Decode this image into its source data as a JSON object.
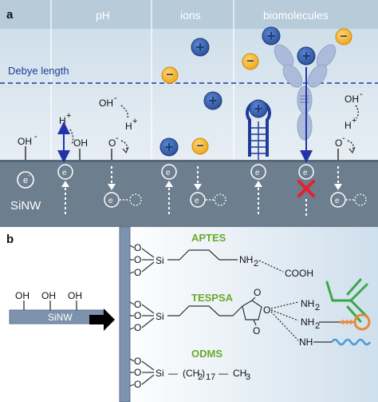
{
  "panel_a": {
    "label": "a",
    "columns": [
      "pH",
      "ions",
      "biomolecules"
    ],
    "debye_label": "Debye length",
    "surface_label": "SiNW",
    "electron": "e",
    "electron_sup": "-",
    "oh": "OH",
    "oh_sup": "-",
    "o": "O",
    "h": "H",
    "h_sup": "+",
    "plus": "+",
    "minus": "–",
    "colors": {
      "bg_top": "#d9e6ef",
      "bg_bottom": "#e9f0f5",
      "surface": "#6d7e8f",
      "debye": "#2233aa",
      "plus_ion": "#2f5ba8",
      "minus_ion": "#f0b324",
      "block": "#e4222a"
    }
  },
  "panel_b": {
    "label": "b",
    "oh": "OH",
    "nanowire": "SiNW",
    "aptes": "APTES",
    "tespsa": "TESPSA",
    "odms": "ODMS",
    "o": "O",
    "si": "Si",
    "nh": "NH",
    "sub2": "2",
    "sub17": "17",
    "cooh": "COOH",
    "ch2_group": "(CH",
    "ch2_close": ")",
    "ch": "CH",
    "sub3": "3",
    "dash": "—",
    "colors": {
      "label_green": "#6aaa2a",
      "antibody": "#3aa84a",
      "aptamer": "#e88a3a",
      "dna": "#4a9ad8"
    }
  }
}
